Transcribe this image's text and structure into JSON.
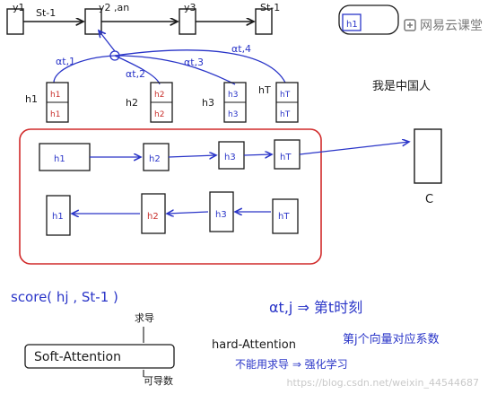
{
  "watermark": {
    "brand": "网易云课堂"
  },
  "url_watermark": "https://blog.csdn.net/weixin_44544687",
  "top_chain": {
    "labels": [
      "y1",
      "St-1",
      "y2 ,an",
      "y3",
      "St-1"
    ],
    "box_label": "h1"
  },
  "attention": {
    "weights": [
      "αt,1",
      "αt,2",
      "αt,3",
      "αt,4"
    ],
    "hidden": [
      "h1",
      "h2",
      "h3",
      "hT"
    ],
    "fwd": [
      "h1",
      "h2",
      "h3",
      "hT"
    ],
    "bwd": [
      "h1",
      "h2",
      "h3",
      "hT"
    ]
  },
  "encoder": {
    "fwd_nodes": [
      "h1",
      "h2",
      "h3",
      "hT"
    ],
    "bwd_nodes": [
      "h1",
      "h2",
      "h3",
      "hT"
    ],
    "context_label": "C"
  },
  "side_note": "我是中国人",
  "notes": {
    "score": "score( hj , St-1 )",
    "score_note": "求导",
    "soft_attention": "Soft-Attention",
    "soft_note": "可导数",
    "alpha_def": "αt,j ⇒ 第t时刻",
    "alpha_def2": "第j个向量对应系数",
    "hard_attention": "hard-Attention",
    "hard_note": "不能用求导 ⇒ 强化学习"
  }
}
